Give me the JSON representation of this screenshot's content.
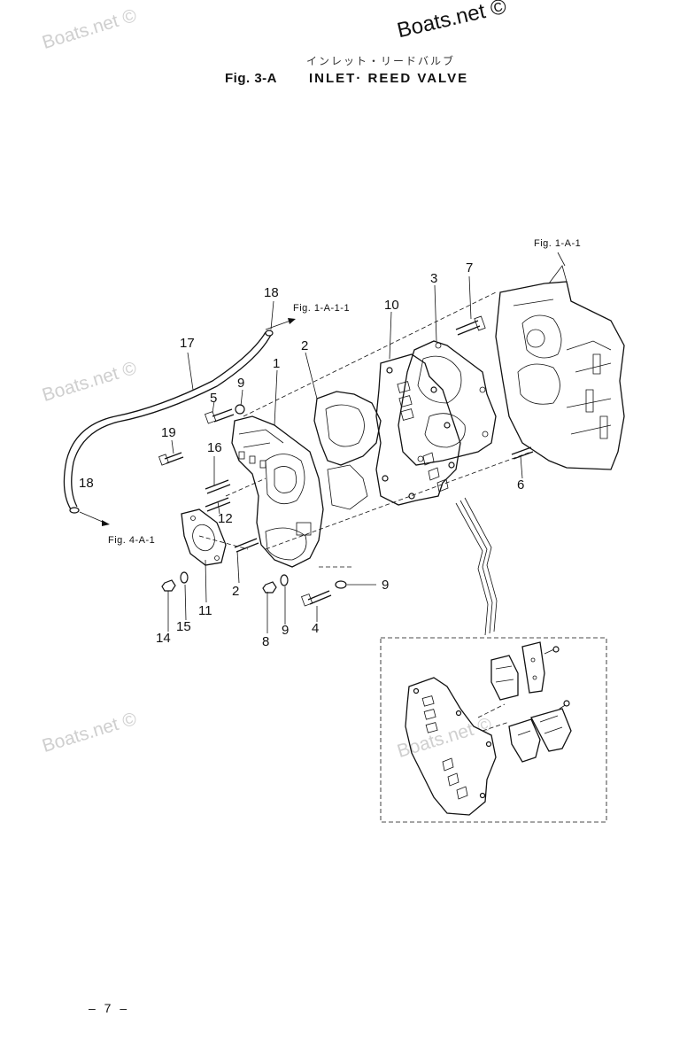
{
  "watermarks": {
    "top_right": "Boats.net ©",
    "repeated": "Boats.net ©"
  },
  "header": {
    "japanese_title": "インレット・リードバルブ",
    "figure_number": "Fig. 3-A",
    "figure_title": "INLET· REED VALVE"
  },
  "references": {
    "fig_1a1_top": "Fig. 1-A-1",
    "fig_1a11": "Fig. 1-A-1-1",
    "fig_4a1": "Fig. 4-A-1"
  },
  "part_labels": {
    "p1": "1",
    "p2a": "2",
    "p2b": "2",
    "p3": "3",
    "p4": "4",
    "p5": "5",
    "p6": "6",
    "p7": "7",
    "p8": "8",
    "p9a": "9",
    "p9b": "9",
    "p9c": "9",
    "p10": "10",
    "p11": "11",
    "p12": "12",
    "p14": "14",
    "p15": "15",
    "p16": "16",
    "p17": "17",
    "p18a": "18",
    "p18b": "18",
    "p19": "19"
  },
  "footer": {
    "page_number": "– 7 –"
  }
}
